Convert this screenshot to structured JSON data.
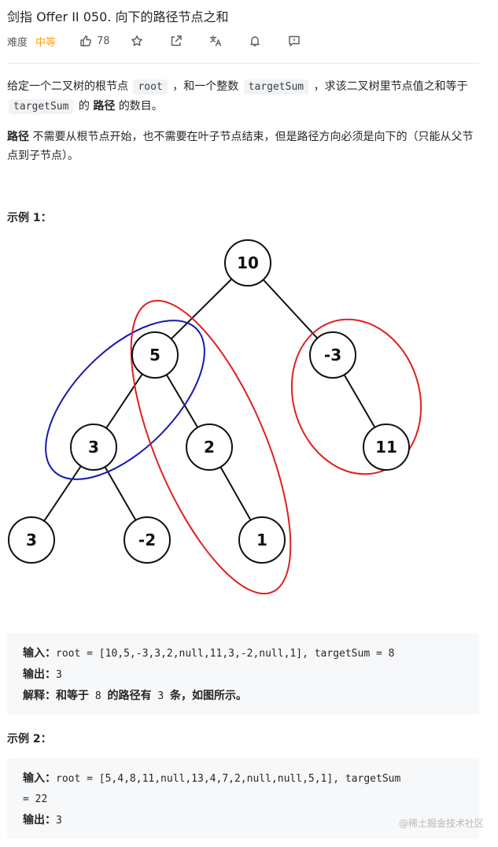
{
  "problem": {
    "title": "剑指 Offer II 050. 向下的路径节点之和",
    "difficulty_label": "难度",
    "difficulty_value": "中等",
    "likes": "78",
    "accent_color": "#ffa116"
  },
  "icons": [
    "thumb-up-icon",
    "star-icon",
    "share-icon",
    "translate-icon",
    "bell-icon",
    "feedback-icon"
  ],
  "description": {
    "p1_a": "给定一个二叉树的根节点",
    "p1_code1": "root",
    "p1_b": "，和一个整数",
    "p1_code2": "targetSum",
    "p1_c": "，求该二叉树里节点值之和等于",
    "p1_code3": "targetSum",
    "p1_d": "的",
    "p1_bold": "路径",
    "p1_e": "的数目。",
    "p2_bold": "路径",
    "p2_text": "不需要从根节点开始，也不需要在叶子节点结束，但是路径方向必须是向下的（只能从父节点到子节点）。"
  },
  "example1": {
    "heading": "示例 1：",
    "tree_nodes": [
      "10",
      "5",
      "-3",
      "3",
      "2",
      "11",
      "3",
      "-2",
      "1"
    ],
    "input_label": "输入：",
    "input_value": "root = [10,5,-3,3,2,null,11,3,-2,null,1], targetSum = 8",
    "output_label": "输出：",
    "output_value": "3",
    "explain_label": "解释：",
    "explain_a": "和等于",
    "explain_num": "8",
    "explain_b": "的路径有",
    "explain_num2": "3",
    "explain_c": "条，如图所示。"
  },
  "example2": {
    "heading": "示例 2：",
    "input_label": "输入：",
    "input_value_1": "root = [5,4,8,11,null,13,4,7,2,null,null,5,1], targetSum",
    "input_value_2": "= 22",
    "output_label": "输出：",
    "output_value": "3"
  },
  "watermark": "@稀土掘金技术社区",
  "colors": {
    "red_ellipse": "#e02020",
    "blue_ellipse": "#1a1aaa"
  }
}
